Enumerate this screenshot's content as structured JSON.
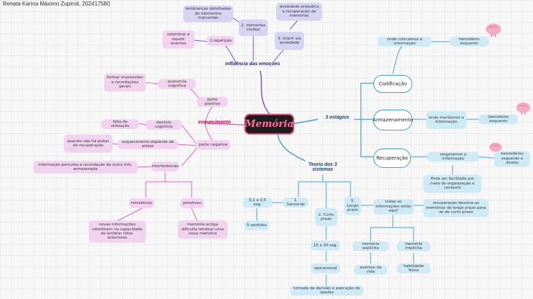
{
  "header": {
    "author": "Renata Karina Máximo Zupiroli, 202417580"
  },
  "center": {
    "title": "Memória"
  },
  "branches": {
    "influencia": "influência das emoções",
    "esquecimento": "esquecimento",
    "estagios": "3 estágios",
    "teoria": "Teoria dos 3 sistemas"
  },
  "influencia": {
    "lembrancas": "lembranças detalhadas de momentos marcantes",
    "memorias_vividas": "2. memórias vívidas",
    "ansiedade": "ansiedade prejudica a recuperação de memórias",
    "relembrar": "relembrar e repetir eventos",
    "repeticao": "1.repetição",
    "interf": "3. Interf. via ansiedade"
  },
  "esquecimento": {
    "formar": "formar impressões e recordações gerais",
    "economia": "economia cognitiva",
    "parte_positiva": "parte positiva",
    "falta_utilizacao": "falta de utilização",
    "declinio": "declínio cognitivo",
    "quando_nao": "quando não há pistas de recuperação",
    "esquecimento_pistas": "esquecimento depende de pistas",
    "parte_negativa": "parte negativa",
    "informacao_perturba": "informação perturba a recordação de outra info. armazenada",
    "interferencias": "interferências",
    "retroativas": "retroativas",
    "proativas": "proativas",
    "novas_info": "novas informações interferem na capacidade de lembrar infos. anteriores",
    "memoria_antiga": "memória antiga dificulta lembrar uma nova memória"
  },
  "estagios": {
    "codificacao": "Codificação",
    "armazenamento": "Armazenamento",
    "recuperacao": "Recuperação",
    "onde_colocamos": "onde colocamos a informação",
    "hemisferio_esq1": "hemisfério esquerdo",
    "onde_mantemos": "onde mantemos a informação",
    "hemisferio_esq2": "hemisfério esquerdo",
    "resgatamos": "resgatamos a informação",
    "hemisferios_ambos": "hemisférios esquerdo e direito",
    "pode_ser": "Pode ser facilitada por meio de organização e contexto"
  },
  "teoria": {
    "sensorial": "1. Sensorial",
    "curta": "2. Curto prazo",
    "longa": "3. Longo prazo",
    "s01": "0,1 a 0,5 seg.",
    "s5": "5 sentidos",
    "s15": "15 a 30 seg.",
    "operacional": "operacional",
    "tomada": "tomada de decisão e execução de tarefas",
    "todas": "todas as informações estão aqui!",
    "recuperacao_dev": "recuperação devolve as memórias de longo prazo para as de curto prazo",
    "explicita": "memória explícita",
    "implicita": "memória implícita",
    "eventos": "eventos da vida",
    "habilidade": "habilidade física"
  },
  "colors": {
    "pink": "#f1d3ef",
    "lavender": "#d6d3f3",
    "blue": "#cdeaf6",
    "accent": "#3aa0dd",
    "purple": "#7a4fd0"
  }
}
